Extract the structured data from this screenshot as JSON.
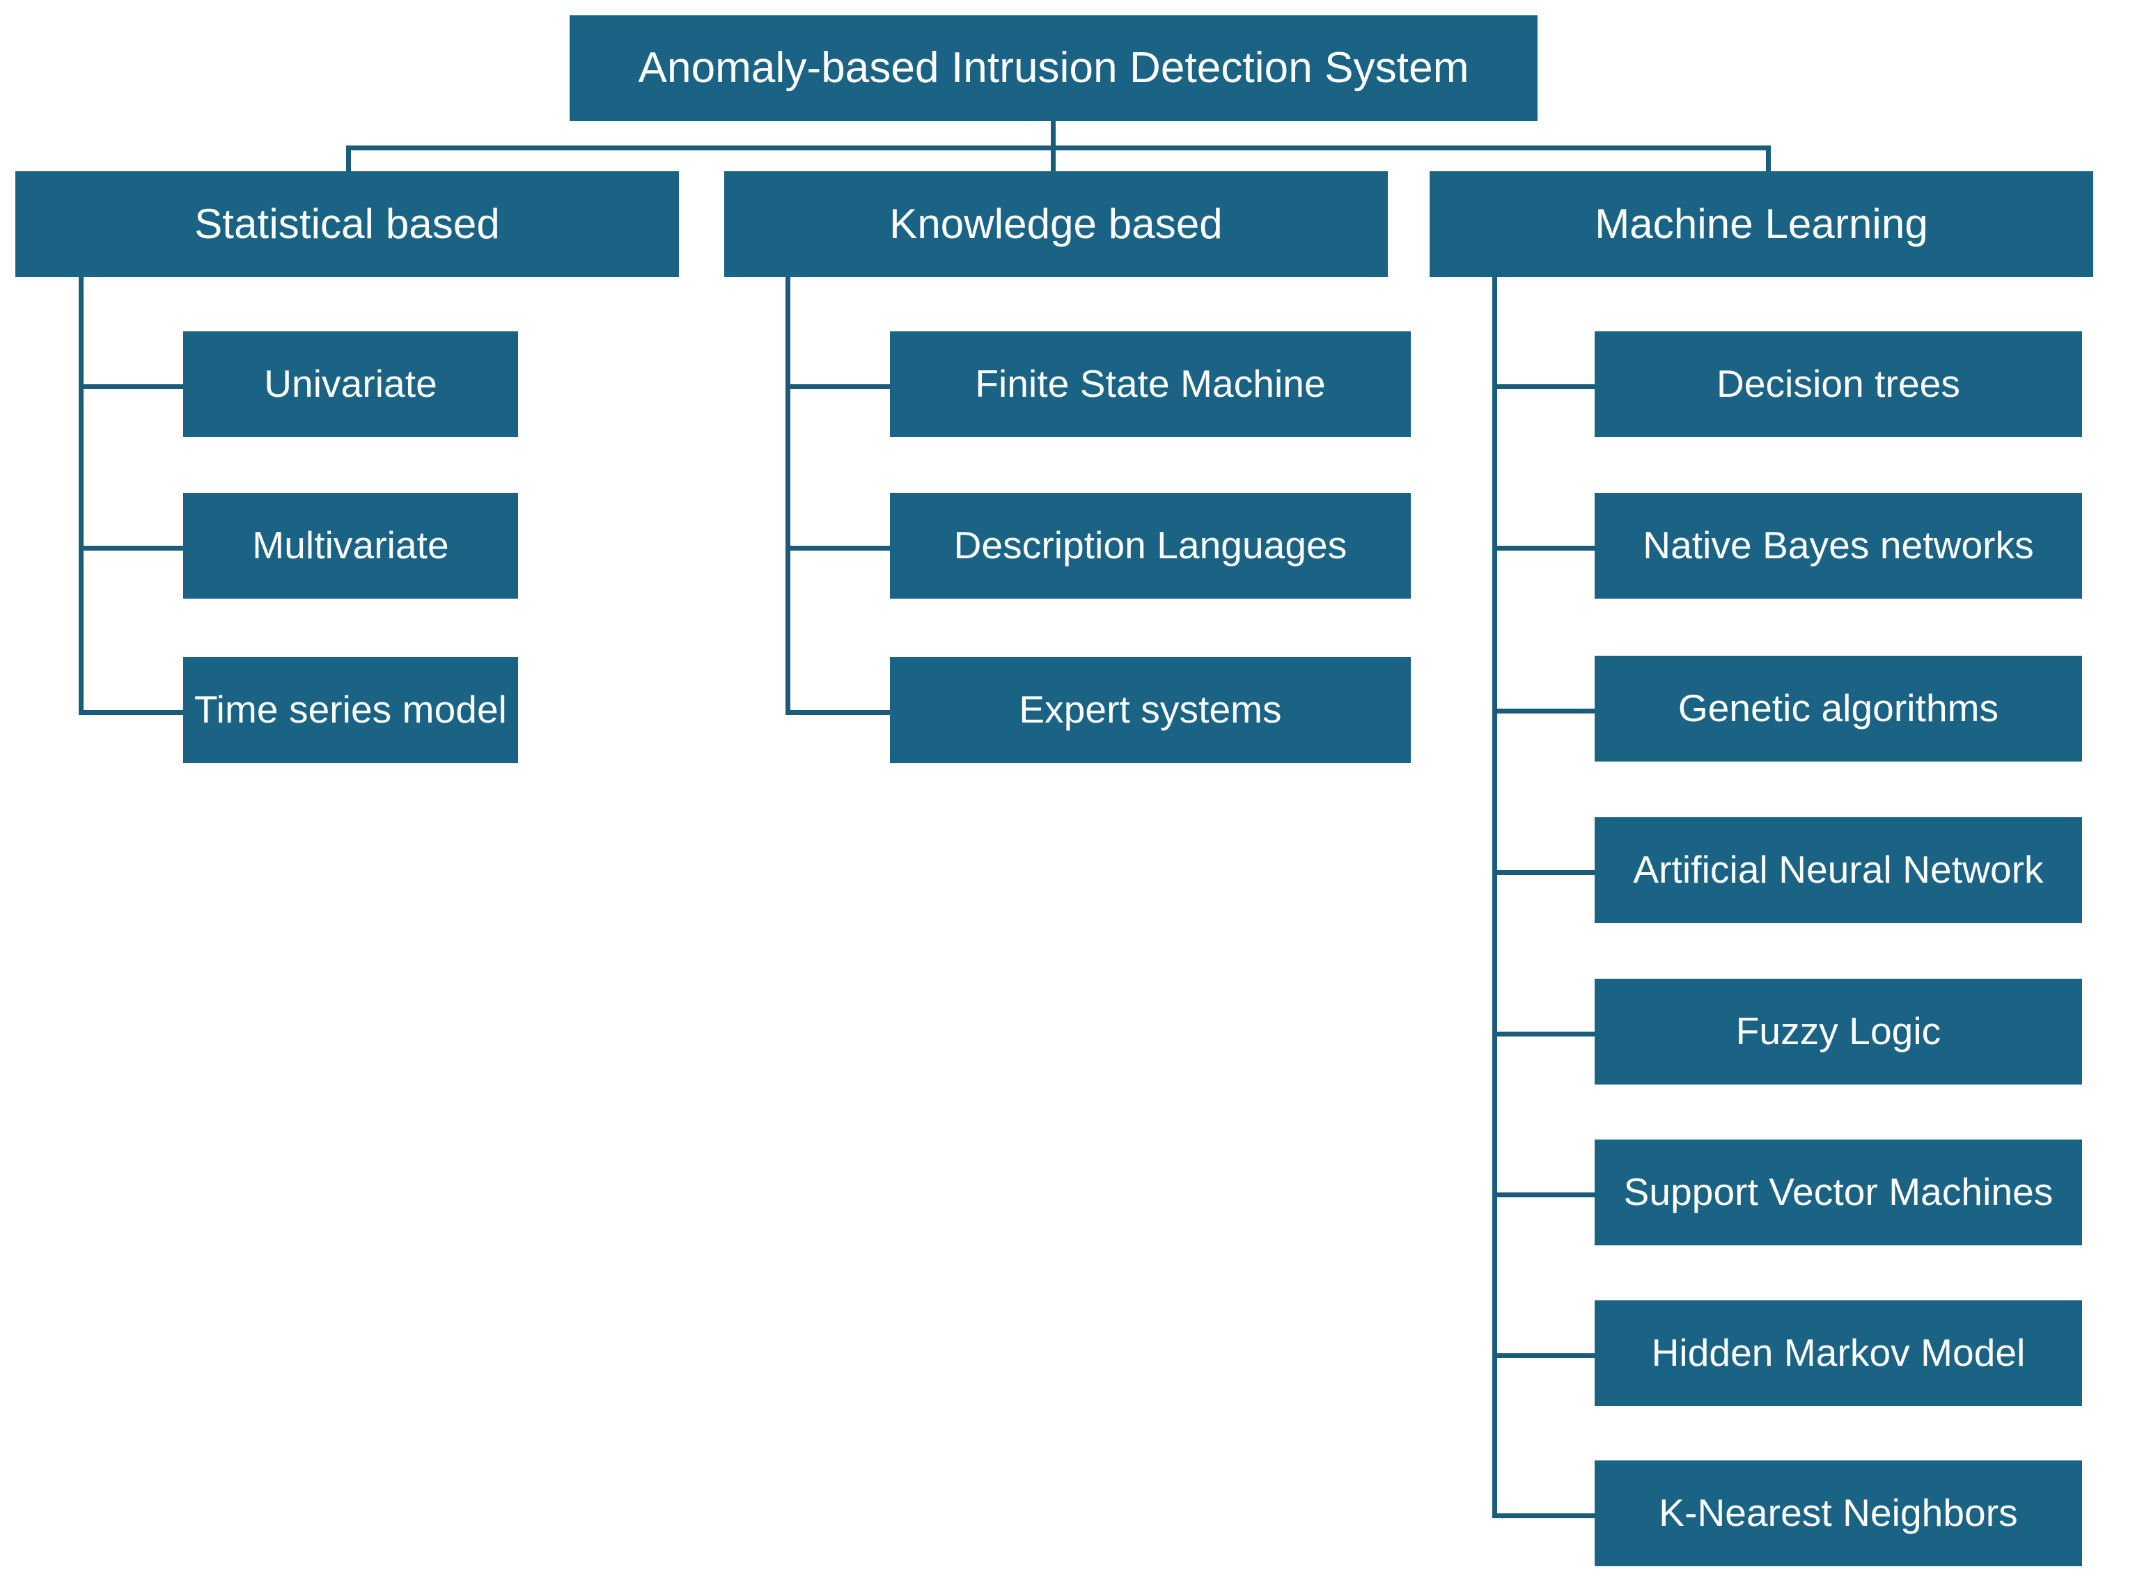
{
  "diagram": {
    "title": "Anomaly-based Intrusion Detection System",
    "type": "tree-taxonomy",
    "colors": {
      "node_fill": "#1A6384",
      "node_text": "#FFFFFF",
      "connector": "#1A5C7A",
      "background": "#FFFFFF"
    },
    "root": {
      "label": "Anomaly-based Intrusion Detection System"
    },
    "branches": [
      {
        "label": "Statistical based",
        "children": [
          {
            "label": "Univariate"
          },
          {
            "label": "Multivariate"
          },
          {
            "label": "Time series model"
          }
        ]
      },
      {
        "label": "Knowledge based",
        "children": [
          {
            "label": "Finite State Machine"
          },
          {
            "label": "Description Languages"
          },
          {
            "label": "Expert systems"
          }
        ]
      },
      {
        "label": "Machine Learning",
        "children": [
          {
            "label": "Decision trees"
          },
          {
            "label": "Native Bayes networks"
          },
          {
            "label": "Genetic algorithms"
          },
          {
            "label": "Artificial Neural Network"
          },
          {
            "label": "Fuzzy Logic"
          },
          {
            "label": "Support Vector Machines"
          },
          {
            "label": "Hidden Markov Model"
          },
          {
            "label": "K-Nearest Neighbors"
          }
        ]
      }
    ]
  }
}
